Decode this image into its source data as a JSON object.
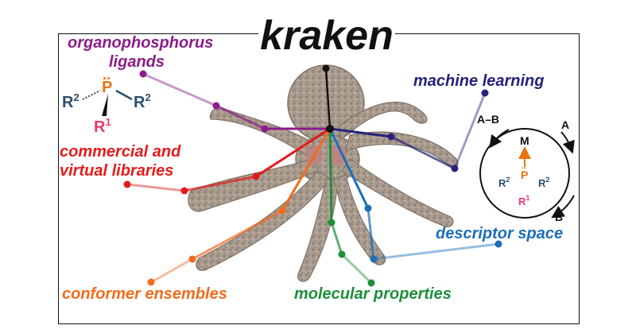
{
  "title": "kraken",
  "labels": {
    "organophosphorus_line1": "organophosphorus",
    "organophosphorus_line2": "ligands",
    "machine_learning": "machine learning",
    "commercial_line1": "commercial and",
    "commercial_line2": "virtual libraries",
    "descriptor_space": "descriptor space",
    "conformer_ensembles": "conformer ensembles",
    "molecular_properties": "molecular properties"
  },
  "ligand": {
    "atom": "P",
    "lone_pair": "..",
    "r2": "R",
    "r2_sup": "2",
    "r1": "R",
    "r1_sup": "1"
  },
  "cycle": {
    "metal": "M",
    "ab": "A–B",
    "a": "A",
    "b": "B",
    "atom": "P",
    "r2": "R",
    "r2_sup": "2",
    "r1": "R",
    "r1_sup": "1"
  },
  "colors": {
    "purple": "#8a1d8a",
    "navy": "#25237a",
    "red": "#e41b1b",
    "blue": "#1b6fb8",
    "orange": "#f26b1d",
    "green": "#1d8f3a",
    "slate": "#2b4f6e",
    "pink": "#e23a6e",
    "phosphorus": "#e8730f"
  }
}
